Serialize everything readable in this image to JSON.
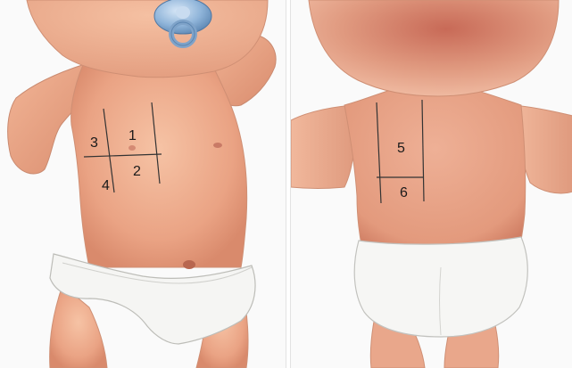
{
  "front_view": {
    "zones": [
      {
        "label": "1"
      },
      {
        "label": "2"
      },
      {
        "label": "3"
      },
      {
        "label": "4"
      }
    ]
  },
  "back_view": {
    "zones": [
      {
        "label": "5"
      },
      {
        "label": "6"
      }
    ]
  },
  "colors": {
    "skin": "#f0b090",
    "skin_shade": "#d9866a",
    "skin_dark": "#c46a52",
    "diaper": "#f5f5f3",
    "diaper_shadow": "#cfcfcc",
    "pacifier": "#8fb4d9",
    "grid_line": "#333333"
  }
}
